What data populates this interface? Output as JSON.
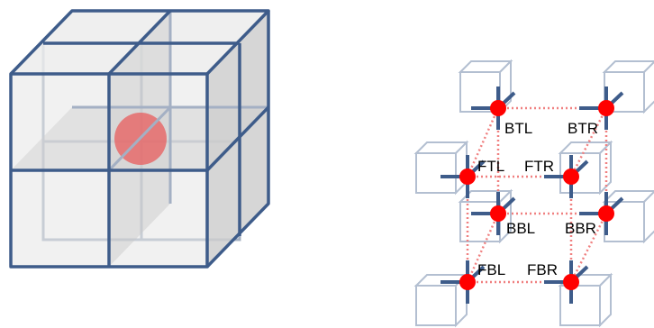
{
  "colors": {
    "edge": "#3e5c8a",
    "face_light": "#e8e8e8",
    "face_dark": "#d0d0d0",
    "ghost_edge": "#a9b6c9",
    "marker": "#ff0000",
    "center_point": "#e85c5c",
    "dotted_link": "#f08080"
  },
  "left_figure": {
    "center_point_icon": "filled-circle"
  },
  "right_figure": {
    "corners": [
      {
        "id": "BTL",
        "label": "BTL"
      },
      {
        "id": "BTR",
        "label": "BTR"
      },
      {
        "id": "FTL",
        "label": "FTL"
      },
      {
        "id": "FTR",
        "label": "FTR"
      },
      {
        "id": "BBL",
        "label": "BBL"
      },
      {
        "id": "BBR",
        "label": "BBR"
      },
      {
        "id": "FBL",
        "label": "FBL"
      },
      {
        "id": "FBR",
        "label": "FBR"
      }
    ]
  }
}
